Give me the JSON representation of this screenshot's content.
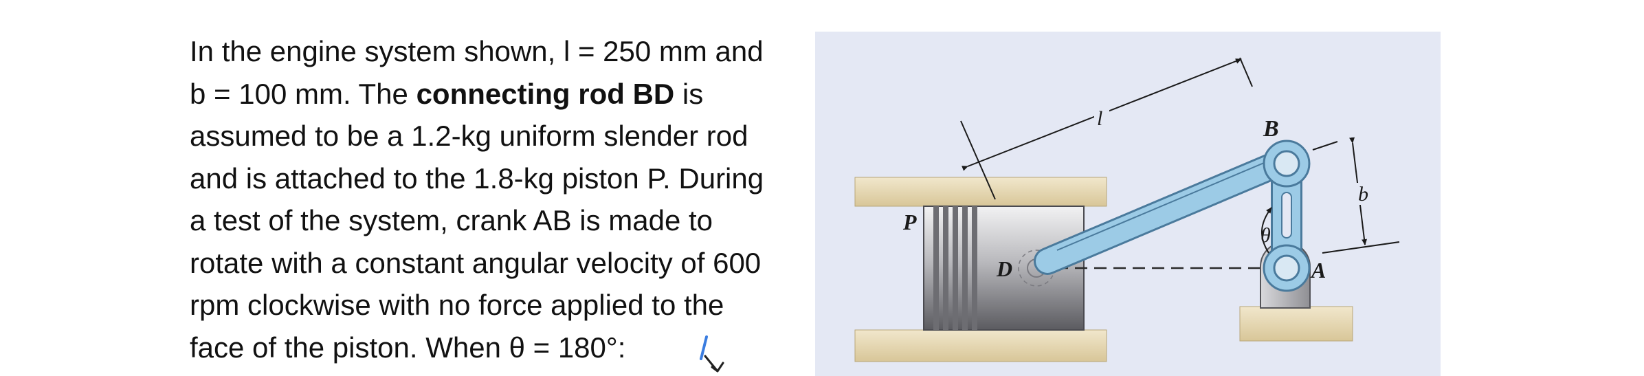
{
  "problem": {
    "line1": "In the engine system shown, l = 250 mm and",
    "line2_pre": "b = 100 mm. The ",
    "line2_bold": "connecting rod BD",
    "line2_post": " is",
    "line3": "assumed to be a 1.2-kg uniform slender rod",
    "line4": "and is attached to the 1.8-kg piston P. During",
    "line5": "a test of the system, crank AB is made to",
    "line6": "rotate with a constant angular velocity of 600",
    "line7": "rpm clockwise with no force applied to the",
    "line8": "face of the piston. When θ = 180°:"
  },
  "figure": {
    "labels": {
      "P": "P",
      "D": "D",
      "B": "B",
      "A": "A",
      "l": "l",
      "b": "b",
      "theta": "θ"
    },
    "colors": {
      "panel_bg": "#e4e8f4",
      "cylinder_wall": "#e6d7b2",
      "rod_blue": "#9ccbe6",
      "rod_outline": "#4a7a9c",
      "piston_gray": "#a9a9ad",
      "ink": "#1a1a1a"
    }
  },
  "annotation": {
    "handwritten_mark": "pen-cursor-mark",
    "color": "#3b7de0"
  }
}
